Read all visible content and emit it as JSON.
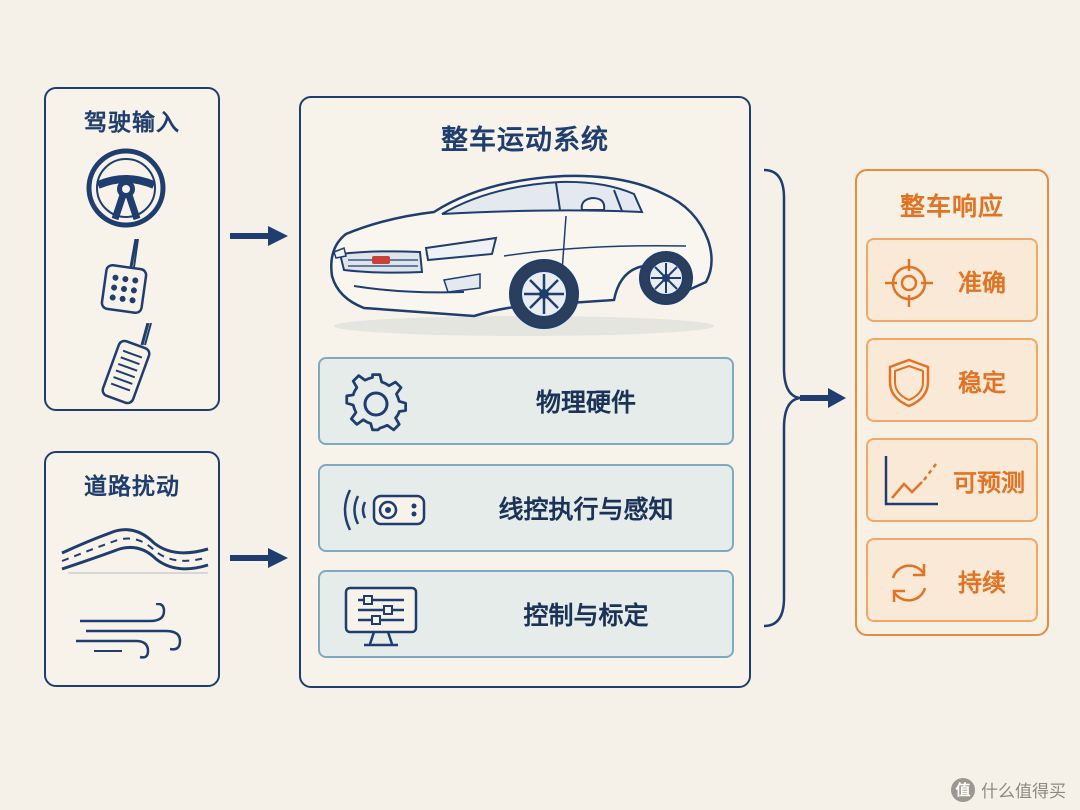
{
  "driving_input": {
    "title": "驾驶输入"
  },
  "road_disturbance": {
    "title": "道路扰动"
  },
  "vehicle_system": {
    "title": "整车运动系统",
    "items": [
      {
        "label": "物理硬件",
        "icon": "gear-icon"
      },
      {
        "label": "线控执行与感知",
        "icon": "sensor-icon"
      },
      {
        "label": "控制与标定",
        "icon": "monitor-sliders-icon"
      }
    ]
  },
  "vehicle_response": {
    "title": "整车响应",
    "items": [
      {
        "label": "准确",
        "icon": "target-icon"
      },
      {
        "label": "稳定",
        "icon": "shield-icon"
      },
      {
        "label": "可预测",
        "icon": "trend-chart-icon"
      },
      {
        "label": "持续",
        "icon": "cycle-icon"
      }
    ]
  },
  "watermark": {
    "badge": "值",
    "text": "什么值得买"
  },
  "colors": {
    "navy": "#1f3d6e",
    "orange": "#e88a3c",
    "card_blue": "#e6ecea",
    "card_orange": "#fbe9d8",
    "background": "#f5f1e8"
  }
}
